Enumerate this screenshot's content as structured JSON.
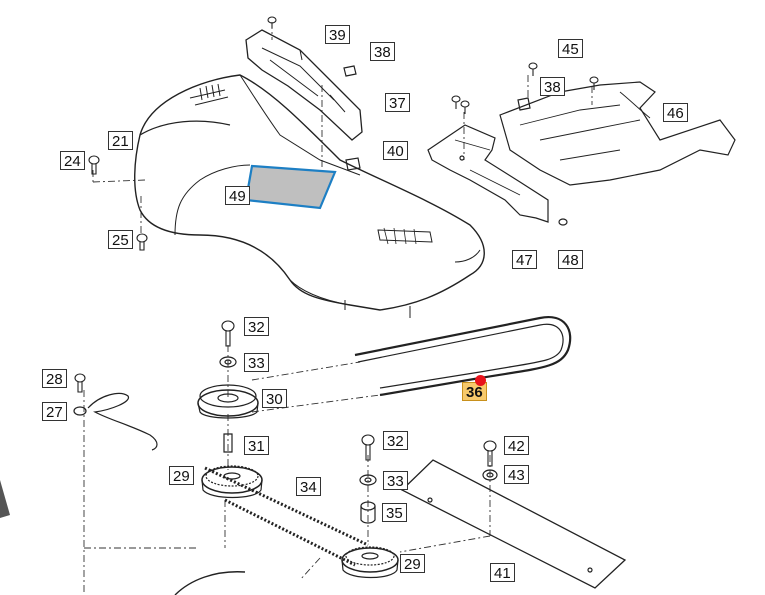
{
  "callouts": {
    "c21": "21",
    "c24": "24",
    "c25": "25",
    "c39": "39",
    "c38a": "38",
    "c37": "37",
    "c40": "40",
    "c49": "49",
    "c45": "45",
    "c38b": "38",
    "c46": "46",
    "c47": "47",
    "c48": "48",
    "c32a": "32",
    "c33a": "33",
    "c28": "28",
    "c27": "27",
    "c30": "30",
    "c31": "31",
    "c29a": "29",
    "c34": "34",
    "c32b": "32",
    "c33b": "33",
    "c35": "35",
    "c29b": "29",
    "c42": "42",
    "c43": "43",
    "c41": "41",
    "c36": "36"
  },
  "highlight": {
    "part": "36",
    "color": "#f7c96b",
    "marker_color": "#e8121b"
  }
}
